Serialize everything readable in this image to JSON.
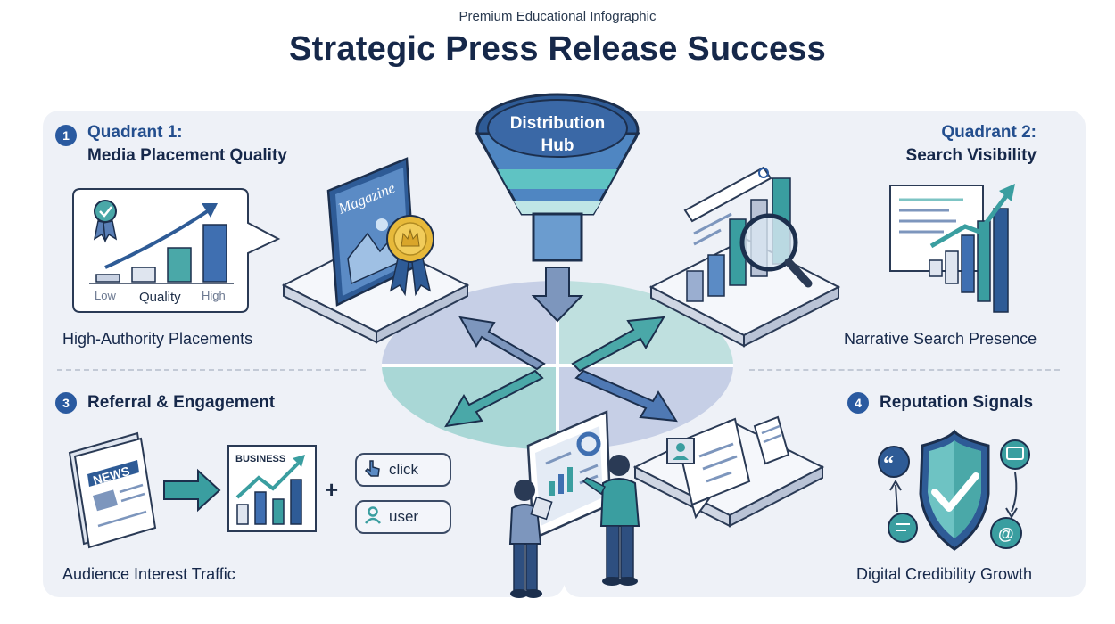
{
  "header": {
    "subtitle": "Premium Educational Infographic",
    "title": "Strategic Press Release Success"
  },
  "hub": {
    "line1": "Distribution",
    "line2": "Hub"
  },
  "quadrants": [
    {
      "number": "1",
      "title_line1": "Quadrant 1:",
      "title_line2": "Media Placement Quality",
      "caption": "High-Authority Placements",
      "quality_chart": {
        "axis_low": "Low",
        "axis_mid": "Quality",
        "axis_high": "High"
      },
      "magazine_label": "Magazine"
    },
    {
      "number": "",
      "title_line1": "Quadrant 2:",
      "title_line2": "Search Visibility",
      "caption": "Narrative Search Presence"
    },
    {
      "number": "3",
      "title": "Referral & Engagement",
      "caption": "Audience Interest Traffic",
      "news_label": "NEWS",
      "business_label": "BUSINESS",
      "click_label": "click",
      "user_label": "user"
    },
    {
      "number": "4",
      "title": "Reputation Signals",
      "caption": "Digital Credibility Growth"
    }
  ],
  "colors": {
    "navy": "#16284a",
    "accent_blue": "#2a5aa0",
    "teal": "#3a9ea0",
    "panel_bg": "#eef1f7"
  }
}
